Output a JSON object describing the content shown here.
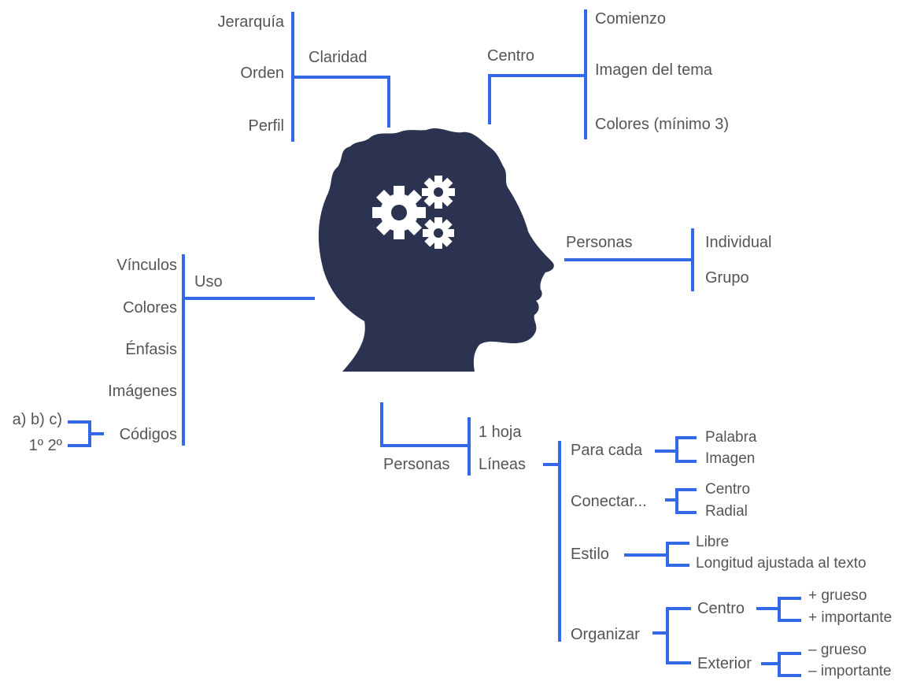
{
  "claridad": {
    "label": "Claridad",
    "items": [
      "Jerarquía",
      "Orden",
      "Perfil"
    ]
  },
  "centro": {
    "label": "Centro",
    "items": [
      "Comienzo",
      "Imagen del tema",
      "Colores (mínimo 3)"
    ]
  },
  "personas_right": {
    "label": "Personas",
    "items": [
      "Individual",
      "Grupo"
    ]
  },
  "uso": {
    "label": "Uso",
    "items": [
      "Vínculos",
      "Colores",
      "Énfasis",
      "Imágenes",
      "Códigos"
    ],
    "codigos_items": [
      "a) b) c)",
      "1º 2º"
    ]
  },
  "personas_bottom": {
    "label": "Personas",
    "items": [
      "1 hoja",
      "Líneas"
    ]
  },
  "lineas": {
    "para_cada": {
      "label": "Para cada",
      "items": [
        "Palabra",
        "Imagen"
      ]
    },
    "conectar": {
      "label": "Conectar...",
      "items": [
        "Centro",
        "Radial"
      ]
    },
    "estilo": {
      "label": "Estilo",
      "items": [
        "Libre",
        "Longitud ajustada al texto"
      ]
    },
    "organizar": {
      "label": "Organizar",
      "centro": {
        "label": "Centro",
        "items": [
          "+ grueso",
          "+ importante"
        ]
      },
      "exterior": {
        "label": "Exterior",
        "items": [
          "– grueso",
          "– importante"
        ]
      }
    }
  },
  "colors": {
    "branch": "#3369e7",
    "text": "#555555",
    "head": "#2b3350",
    "gear": "#ffffff"
  },
  "icons": [
    "head-silhouette-icon",
    "gears-icon"
  ]
}
